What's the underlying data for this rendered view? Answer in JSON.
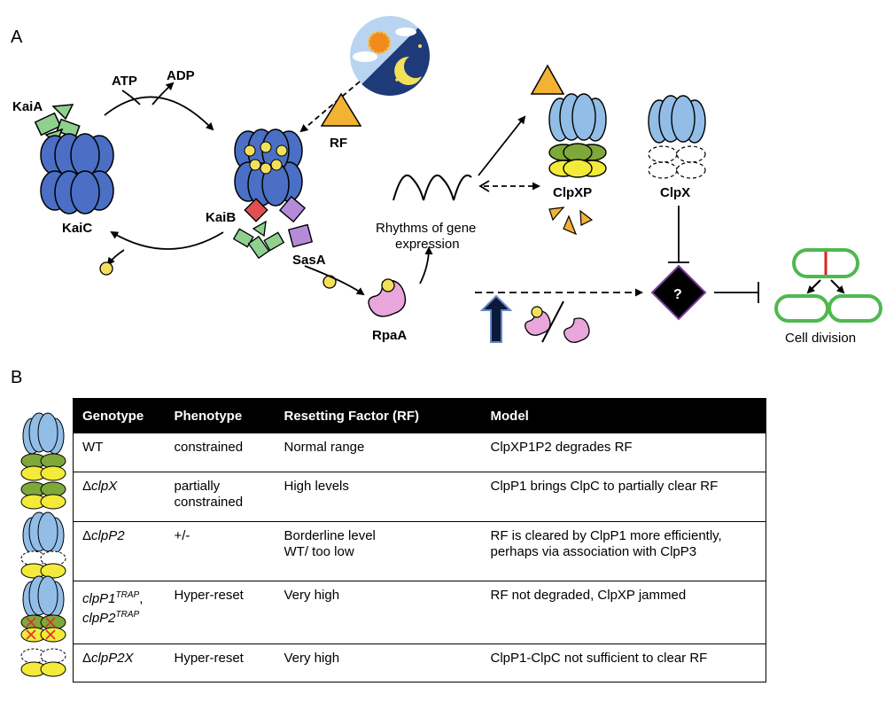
{
  "panels": {
    "a": "A",
    "b": "B"
  },
  "diagram": {
    "labels": {
      "kaia": "KaiA",
      "atp": "ATP",
      "adp": "ADP",
      "kaic": "KaiC",
      "kaib": "KaiB",
      "rf": "RF",
      "sasa": "SasA",
      "rpaa": "RpaA",
      "rhythms_line1": "Rhythms of gene",
      "rhythms_line2": "expression",
      "clpxp": "ClpXP",
      "clpx": "ClpX",
      "question": "?",
      "cell_division": "Cell division"
    }
  },
  "table": {
    "headers": [
      "Genotype",
      "Phenotype",
      "Resetting Factor (RF)",
      "Model"
    ],
    "rows": [
      {
        "genotype": "WT",
        "phenotype": "constrained",
        "rf": "Normal range",
        "model": "ClpXP1P2 degrades RF"
      },
      {
        "genotype_prefix": "Δ",
        "genotype": "clpX",
        "phenotype_l1": "partially",
        "phenotype_l2": "constrained",
        "rf": "High levels",
        "model": "ClpP1 brings ClpC to partially clear RF"
      },
      {
        "genotype_prefix": "Δ",
        "genotype": "clpP2",
        "phenotype": "+/-",
        "rf_l1": "Borderline level",
        "rf_l2": "WT/ too low",
        "model_l1": "RF is cleared by ClpP1 more efficiently,",
        "model_l2": "perhaps via association with ClpP3"
      },
      {
        "genotype_l1": "clpP1",
        "sup1": "TRAP",
        "sep": ",",
        "genotype_l2": "clpP2",
        "sup2": "TRAP",
        "phenotype": "Hyper-reset",
        "rf": "Very high",
        "model": "RF not degraded, ClpXP jammed"
      },
      {
        "genotype_prefix": "Δ",
        "genotype": "clpP2X",
        "phenotype": "Hyper-reset",
        "rf": "Very high",
        "model": "ClpP1-ClpC not sufficient to clear RF"
      }
    ]
  },
  "colors": {
    "kaic_blue": "#4a6fc4",
    "clpx_blue": "#92bde6",
    "kaia_green": "#8fd08f",
    "clpp_green": "#7fa83a",
    "clpp_yellow": "#f3ea3a",
    "kaib_red": "#e05050",
    "sasa_purple": "#b58ad8",
    "rpaa_pink": "#e8a6dc",
    "rf_orange": "#f2b233",
    "cell_green": "#4fb84f",
    "night_blue": "#1e3a78"
  }
}
